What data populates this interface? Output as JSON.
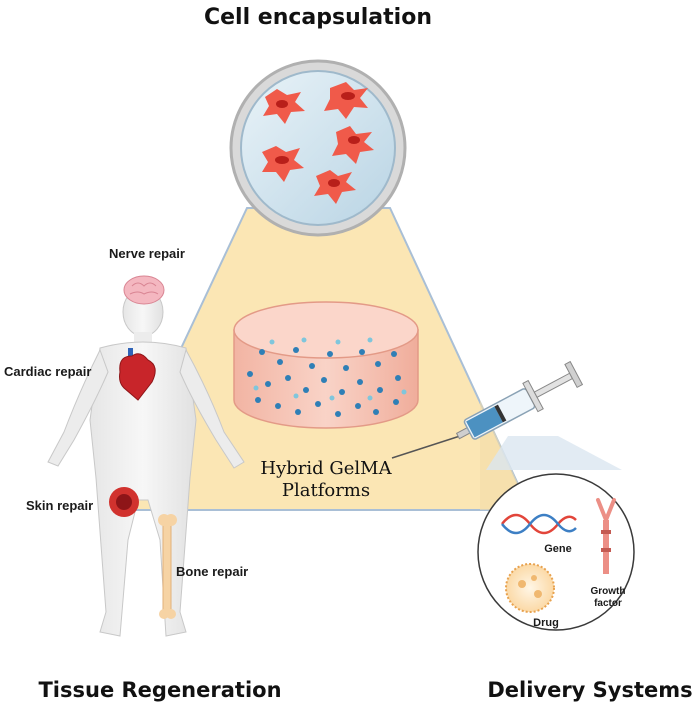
{
  "titles": {
    "top": "Cell encapsulation",
    "left": "Tissue Regeneration",
    "right": "Delivery Systems"
  },
  "center": {
    "line1": "Hybrid GelMA",
    "line2": "Platforms"
  },
  "tissue_labels": {
    "nerve": "Nerve repair",
    "cardiac": "Cardiac repair",
    "skin": "Skin repair",
    "bone": "Bone repair"
  },
  "delivery_labels": {
    "gene": "Gene",
    "drug": "Drug",
    "growth_line1": "Growth",
    "growth_line2": "factor"
  },
  "colors": {
    "triangle_fill": "#fbe6b4",
    "triangle_stroke": "#a9bfd6",
    "hydrogel": "#f6c2b4",
    "cell": "#f05a4a",
    "dish": "#cfe3ef",
    "dna_red": "#e2453a",
    "dna_blue": "#3d7fc4"
  }
}
